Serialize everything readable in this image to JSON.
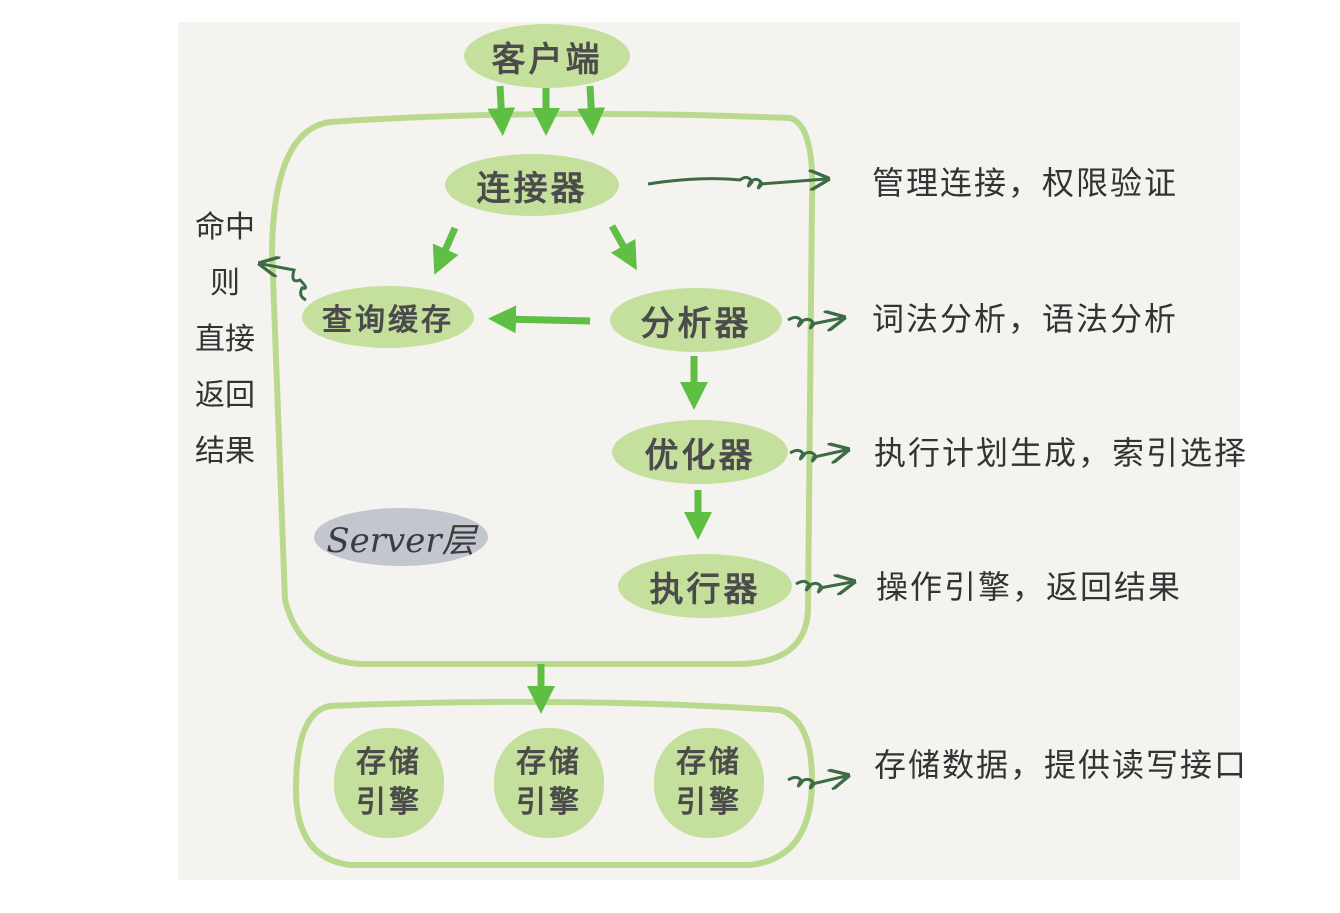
{
  "nodes": {
    "client": "客户端",
    "connector": "连接器",
    "query_cache": "查询缓存",
    "analyzer": "分析器",
    "optimizer": "优化器",
    "executor": "执行器"
  },
  "server_label": "Server层",
  "engines": [
    "存储\n引擎",
    "存储\n引擎",
    "存储\n引擎"
  ],
  "notes": {
    "connector": "管理连接，权限验证",
    "analyzer": "词法分析，语法分析",
    "optimizer": "执行计划生成，索引选择",
    "executor": "操作引擎，返回结果",
    "storage": "存储数据，提供读写接口",
    "cache_hit": "命中则直接返回结果"
  },
  "colors": {
    "node_fill": "#c5df9c",
    "outline": "#b9da8e",
    "arrow_green": "#5fbf45",
    "arrow_dark": "#3d6b45",
    "server_badge": "#c3c6cf",
    "paper": "#f4f3ef"
  }
}
